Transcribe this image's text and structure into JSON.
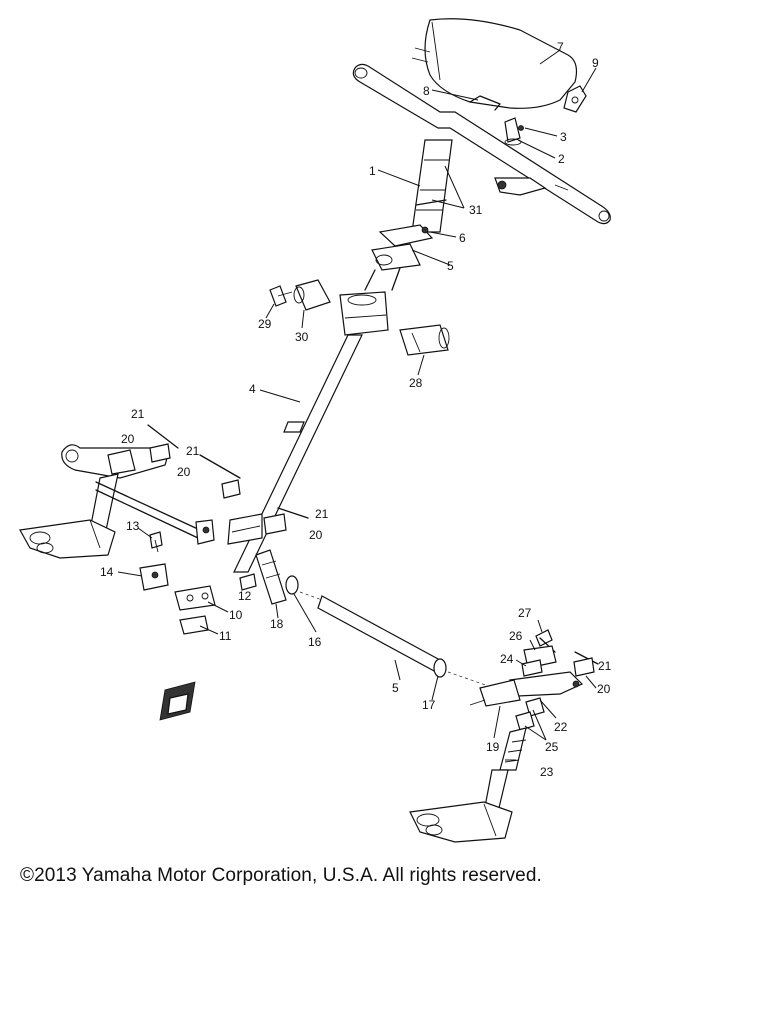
{
  "callouts": [
    "7",
    "9",
    "8",
    "3",
    "2",
    "1",
    "31",
    "6",
    "5",
    "29",
    "30",
    "28",
    "4",
    "21",
    "20",
    "21",
    "20",
    "21",
    "20",
    "13",
    "14",
    "12",
    "18",
    "16",
    "10",
    "11",
    "27",
    "26",
    "21",
    "24",
    "20",
    "5",
    "17",
    "22",
    "19",
    "25",
    "23"
  ],
  "copyright": "©2013 Yamaha Motor Corporation, U.S.A. All rights reserved."
}
